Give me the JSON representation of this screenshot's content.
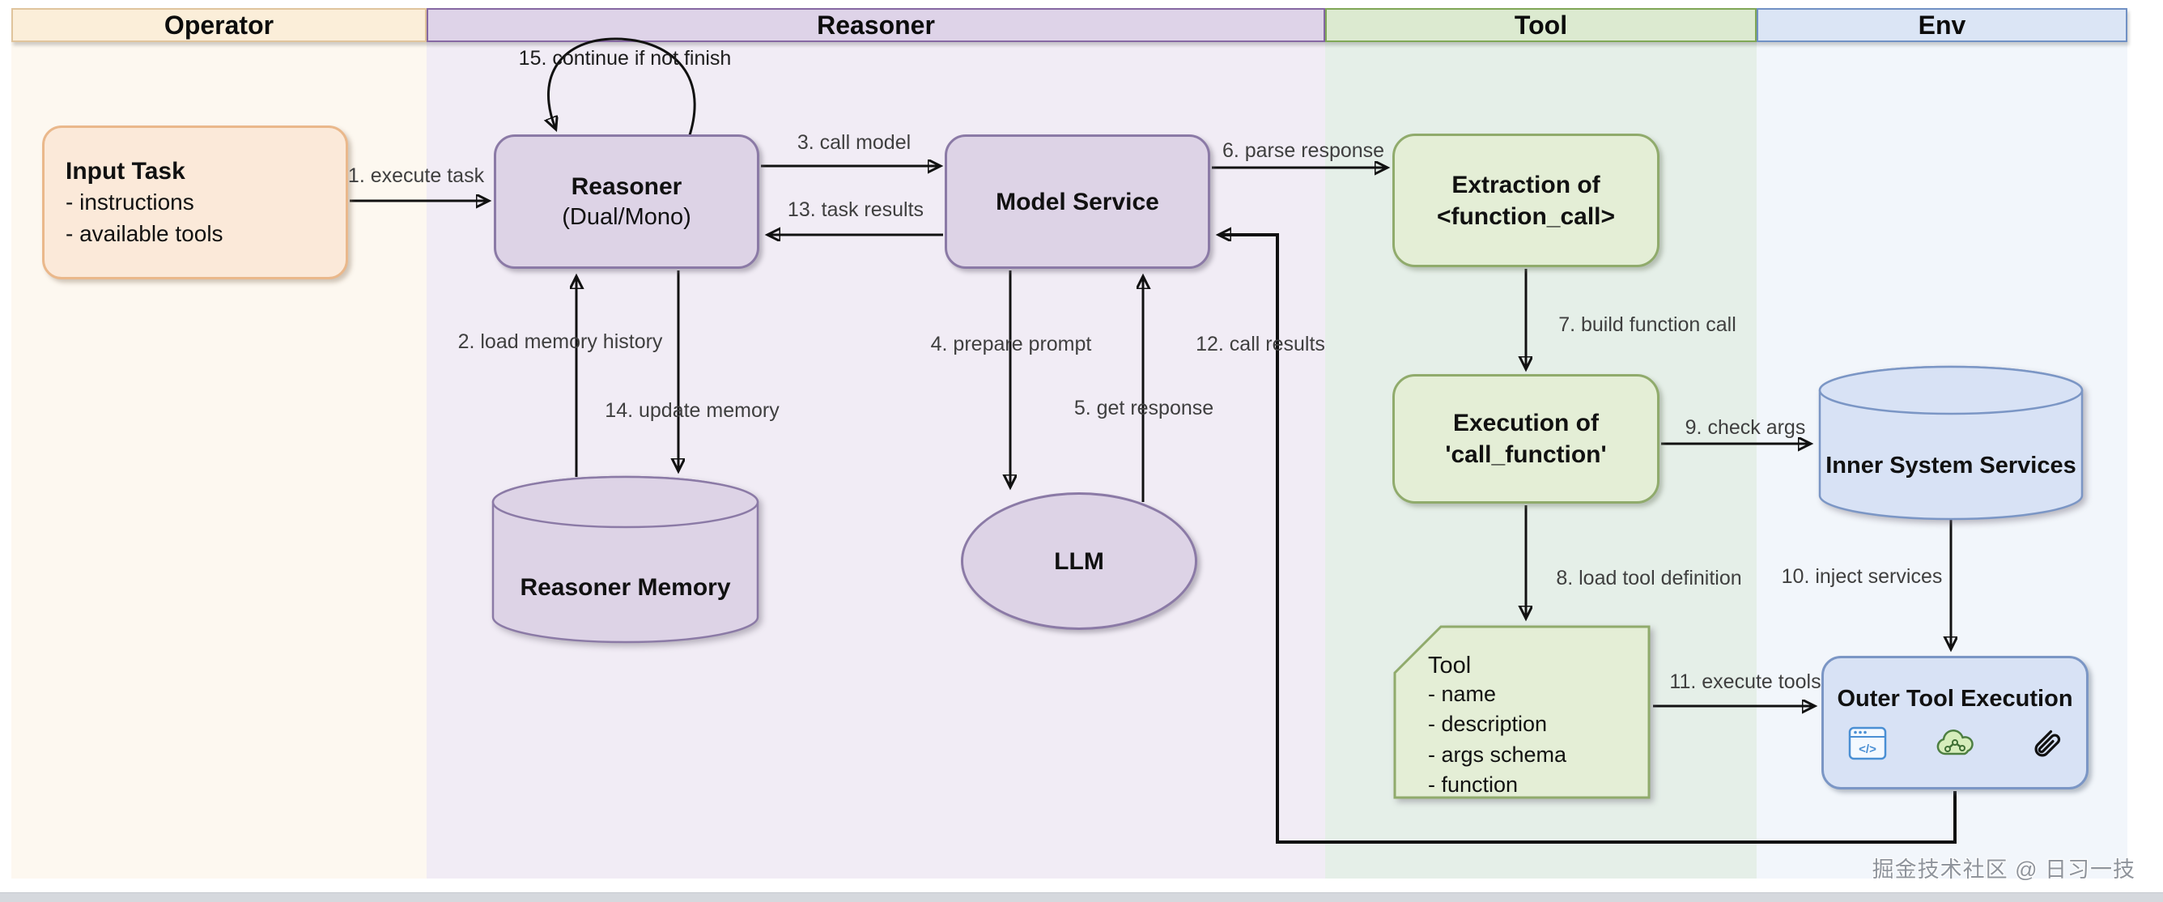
{
  "lanes": [
    {
      "id": "operator",
      "label": "Operator",
      "header_fill": "#fbeed9",
      "header_border": "#e0c49c",
      "body_fill": "#fdf8f0"
    },
    {
      "id": "reasoner",
      "label": "Reasoner",
      "header_fill": "#ded3e8",
      "header_border": "#8668a3",
      "body_fill": "#f1ecf5"
    },
    {
      "id": "tool",
      "label": "Tool",
      "header_fill": "#dcead0",
      "header_border": "#80a757",
      "body_fill": "#e5efe8"
    },
    {
      "id": "env",
      "label": "Env",
      "header_fill": "#dbe5f5",
      "header_border": "#7191c4",
      "body_fill": "#f2f6fb"
    }
  ],
  "nodes": {
    "input_task": {
      "title": "Input Task",
      "items": [
        "- instructions",
        "- available tools"
      ]
    },
    "reasoner": {
      "title": "Reasoner",
      "subtitle": "(Dual/Mono)"
    },
    "model_service": {
      "title": "Model Service"
    },
    "extraction": {
      "title_line1": "Extraction of",
      "title_line2": "<function_call>"
    },
    "execution": {
      "title_line1": "Execution of",
      "title_line2": "'call_function'"
    },
    "reasoner_memory": {
      "title": "Reasoner Memory"
    },
    "llm": {
      "title": "LLM"
    },
    "inner_services": {
      "title": "Inner System Services"
    },
    "tool_note": {
      "title": "Tool",
      "items": [
        "- name",
        "- description",
        "- args schema",
        "- function"
      ]
    },
    "outer_tool": {
      "title": "Outer Tool Execution",
      "icons": [
        "code-window-icon",
        "cloud-share-icon",
        "paperclip-icon"
      ]
    }
  },
  "edges": {
    "e1": {
      "label": "1. execute task"
    },
    "e2": {
      "label": "2. load memory history"
    },
    "e3": {
      "label": "3. call model"
    },
    "e4": {
      "label": "4. prepare prompt"
    },
    "e5": {
      "label": "5. get response"
    },
    "e6": {
      "label": "6. parse response"
    },
    "e7": {
      "label": "7. build function call"
    },
    "e8": {
      "label": "8. load tool definition"
    },
    "e9": {
      "label": "9. check args"
    },
    "e10": {
      "label": "10. inject services"
    },
    "e11": {
      "label": "11. execute tools"
    },
    "e12": {
      "label": "12. call results"
    },
    "e13": {
      "label": "13. task results"
    },
    "e14": {
      "label": "14. update memory"
    },
    "e15": {
      "label": "15. continue if not finish"
    }
  },
  "colors": {
    "node_purple_fill": "#ddd3e6",
    "node_purple_border": "#8b7aa6",
    "node_green_fill": "#e4eed6",
    "node_green_border": "#90ab6c",
    "node_blue_fill": "#d8e2f5",
    "node_blue_border": "#7b96c5",
    "node_peach_fill": "#fbe9d9",
    "node_peach_border": "#eab88b",
    "edge_stroke": "#111111",
    "edge_label": "#3f3f3f"
  },
  "watermark": "掘金技术社区 @ 日习一技"
}
